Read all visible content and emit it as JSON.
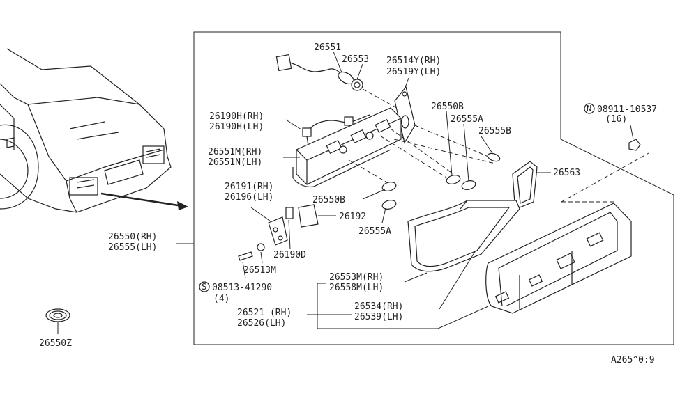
{
  "labels": {
    "p26551": "26551",
    "p26553": "26553",
    "p26514y": "26514Y(RH)",
    "p26519y": "26519Y(LH)",
    "p26190h_rh": "26190H(RH)",
    "p26190h_lh": "26190H(LH)",
    "p26550b_top": "26550B",
    "p26555a_top": "26555A",
    "p26555b": "26555B",
    "bolt_code": "08911-10537",
    "bolt_qty": "(16)",
    "bolt_prefix": "N",
    "p26551m": "26551M(RH)",
    "p26551n": "26551N(LH)",
    "p26563": "26563",
    "p26191": "26191(RH)",
    "p26196": "26196(LH)",
    "p26550b_mid": "26550B",
    "p26192": "26192",
    "p26555a_mid": "26555A",
    "p26550_rh": "26550(RH)",
    "p26555_lh": "26555(LH)",
    "p26190d": "26190D",
    "p26513m": "26513M",
    "screw_prefix": "S",
    "screw_code": "08513-41290",
    "screw_qty": "(4)",
    "p26553m": "26553M(RH)",
    "p26558m": "26558M(LH)",
    "p26521": "26521 (RH)",
    "p26526": "26526(LH)",
    "p26534": "26534(RH)",
    "p26539": "26539(LH)",
    "p26550z": "26550Z",
    "diagram_code": "A265^0:9"
  }
}
